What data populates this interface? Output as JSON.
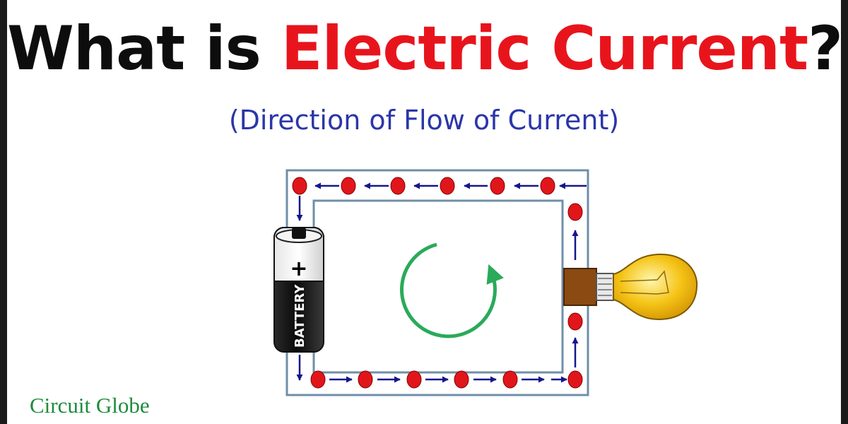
{
  "title": {
    "part1": "What is ",
    "part2": "Electric Current",
    "part3": "?"
  },
  "subtitle": "(Direction of Flow of Current)",
  "battery": {
    "label": "BATTERY",
    "terminal_sign": "+"
  },
  "brand": "Circuit Globe",
  "colors": {
    "title_black": "#0d0d0d",
    "title_red": "#e8141c",
    "subtitle_blue": "#2b36a8",
    "brand_green": "#1c8c3c",
    "wire": "#6f8fa8",
    "electron": "#e0161b",
    "arrow": "#16168c",
    "flow_arrow": "#2aaa5a",
    "bulb": "#f5c417",
    "socket": "#8a4a12"
  },
  "icons": [
    "battery-icon",
    "light-bulb-icon",
    "circular-flow-arrow-icon",
    "electron-icon",
    "arrow-icon"
  ]
}
